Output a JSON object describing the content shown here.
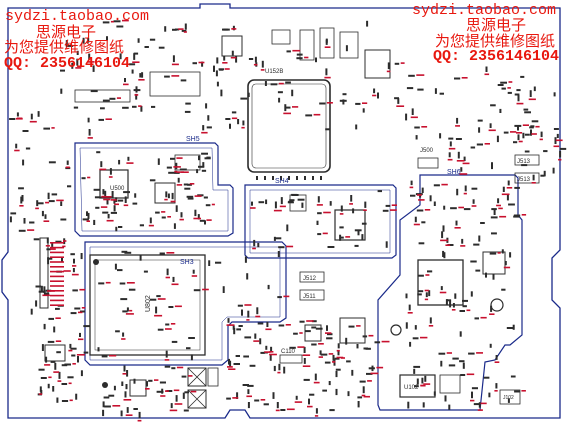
{
  "watermark_left": {
    "url": "sydzi.taobao.com",
    "shop": "思源电子",
    "service": "为您提供维修图纸",
    "qq": "QQ: 2356146104"
  },
  "watermark_right": {
    "url": "sydzi.taobao.com",
    "shop": "思源电子",
    "service": "为您提供维修图纸",
    "qq": "QQ: 2356146104"
  },
  "shields": [
    {
      "label": "SH5"
    },
    {
      "label": "SH4"
    },
    {
      "label": "SH6"
    },
    {
      "label": "SH3"
    }
  ],
  "components": {
    "u500": "U500",
    "u802": "U802",
    "u152b": "U152B",
    "u102": "U102",
    "j500": "J500",
    "j513": "J513",
    "j512": "J512",
    "j511": "J511",
    "j102": "J102",
    "c110": "C110"
  },
  "colors": {
    "board": "#ffffff",
    "outline": "#1a2a8a",
    "component": "#2c2c2c",
    "silk": "#c8102e",
    "watermark": "#e8180f"
  }
}
